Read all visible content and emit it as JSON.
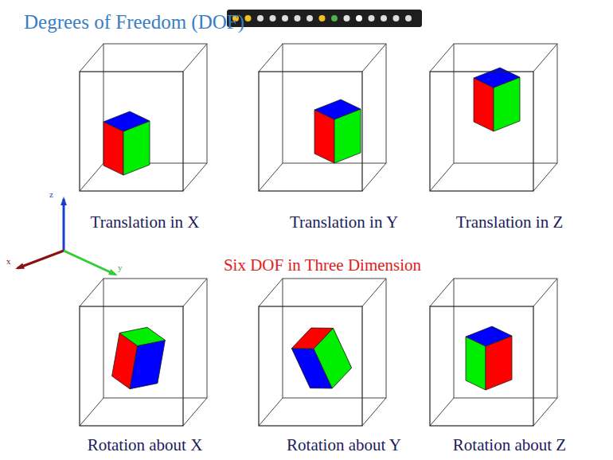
{
  "diagram": {
    "title": "Degrees of Freedom (DOF)",
    "labels": [
      "Translation in X",
      "Translation in Y",
      "Translation in Z",
      "Six DOF in Three Dimension",
      "Rotation about X",
      "Rotation about Y",
      "Rotation about Z",
      "z",
      "x",
      "y"
    ]
  }
}
